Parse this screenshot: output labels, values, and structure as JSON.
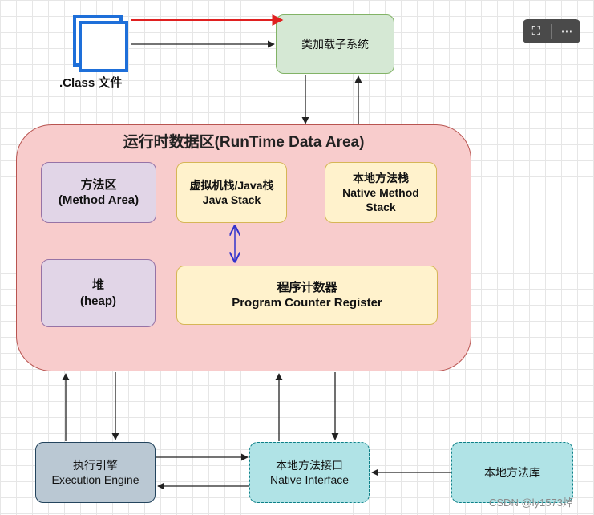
{
  "diagram": {
    "class_file": {
      "label": ".Class 文件",
      "icon": "file-stack-icon"
    },
    "class_loader": {
      "label": "类加载子系统"
    },
    "runtime_area": {
      "title": "运行时数据区(RunTime Data Area)",
      "method_area": {
        "line1": "方法区",
        "line2": "(Method Area)"
      },
      "java_stack": {
        "line1": "虚拟机栈/Java栈",
        "line2": "Java Stack"
      },
      "native_stack": {
        "line1": "本地方法栈",
        "line2": "Native Method",
        "line3": "Stack"
      },
      "heap": {
        "line1": "堆",
        "line2": "(heap)"
      },
      "pc_register": {
        "line1": "程序计数器",
        "line2": "Program Counter Register"
      }
    },
    "execution_engine": {
      "line1": "执行引擎",
      "line2": "Execution Engine"
    },
    "native_interface": {
      "line1": "本地方法接口",
      "line2": "Native Interface"
    },
    "native_library": {
      "label": "本地方法库"
    }
  },
  "colors": {
    "red_arrow": "#e02020",
    "blue_arrow": "#3333cc",
    "black_arrow": "#222222"
  },
  "toolbar": {
    "expand_icon": "expand-icon",
    "more_icon": "more-icon"
  },
  "watermark": "CSDN @ly1573焯"
}
